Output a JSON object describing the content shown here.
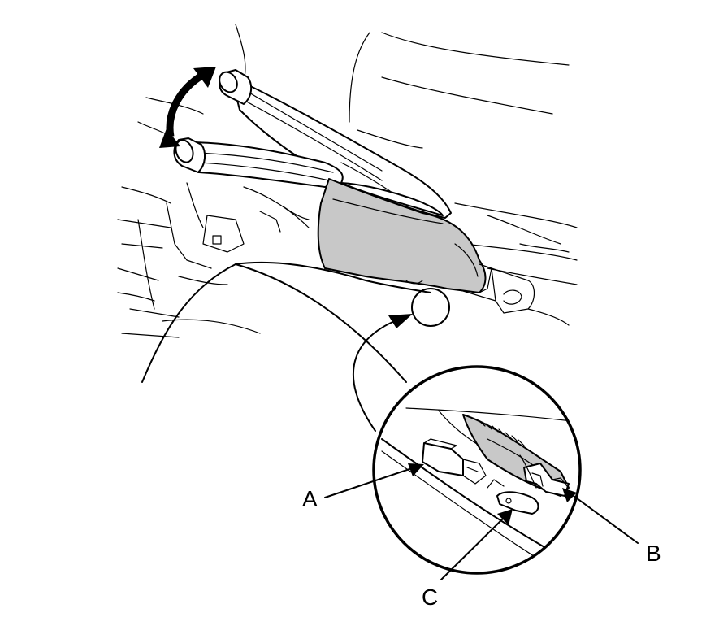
{
  "callouts": {
    "a": "A",
    "b": "B",
    "c": "C"
  },
  "colors": {
    "line": "#000000",
    "background": "#ffffff",
    "shade": "#c8c8c8"
  }
}
